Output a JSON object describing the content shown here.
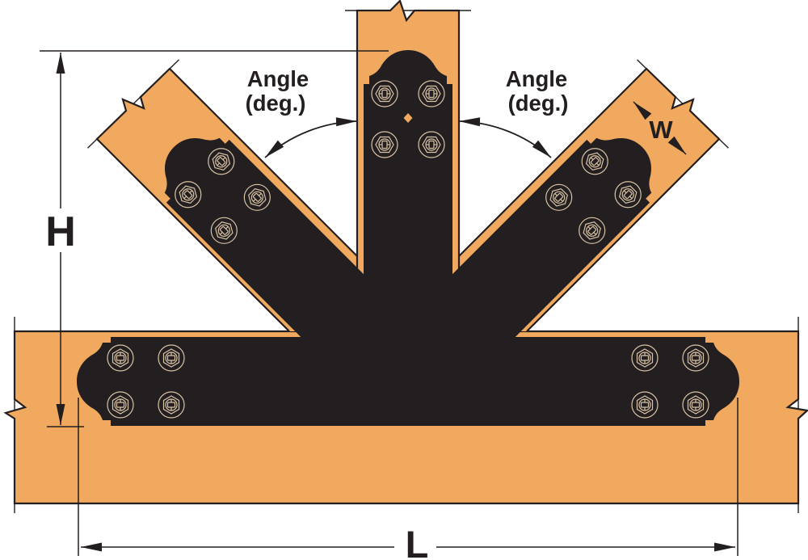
{
  "title": "Gusset plate truss connection diagram",
  "labels": {
    "angle_left_line1": "Angle",
    "angle_left_line2": "(deg.)",
    "angle_right_line1": "Angle",
    "angle_right_line2": "(deg.)",
    "height_dim": "H",
    "length_dim": "L",
    "width_dim": "W"
  },
  "colors": {
    "background": "#FFFFFF",
    "wood": "#F0A95E",
    "plate": "#231F20",
    "line": "#231F20",
    "bolt": "#D9C3A6"
  }
}
